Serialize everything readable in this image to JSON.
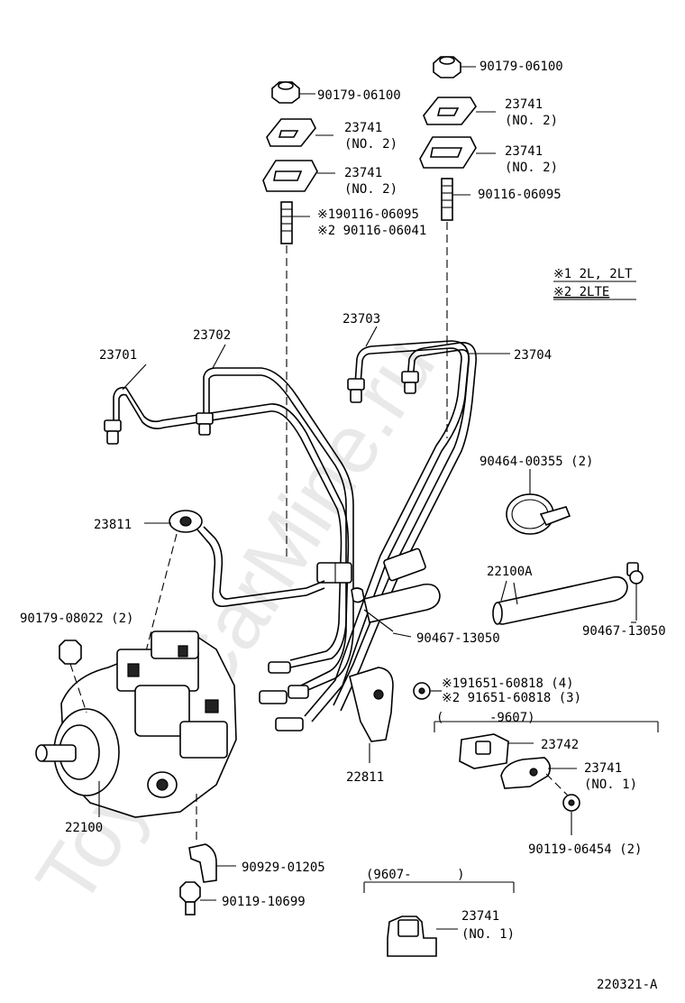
{
  "watermark": "ToyotaCarMine.ru",
  "legend": {
    "note1": "※1 2L, 2LT",
    "note2": "※2 2LTE"
  },
  "labels": {
    "nut_top_right": "90179-06100",
    "nut_top_left": "90179-06100",
    "clamp_a_num": "23741",
    "clamp_a_sub": "(NO. 2)",
    "clamp_b_num": "23741",
    "clamp_b_sub": "(NO. 2)",
    "clamp_c_num": "23741",
    "clamp_c_sub": "(NO. 2)",
    "clamp_d_num": "23741",
    "clamp_d_sub": "(NO. 2)",
    "stud_right": "90116-06095",
    "stud_left_1": "※190116-06095",
    "stud_left_2": "※2 90116-06041",
    "pipe_1": "23701",
    "pipe_2": "23702",
    "pipe_3": "23703",
    "pipe_4": "23704",
    "clip_band": "90464-00355 (2)",
    "overflow_pipe": "23811",
    "hose": "22100A",
    "hose_clip_left": "90467-13050",
    "hose_clip_right": "90467-13050",
    "pump_nut": "90179-08022 (2)",
    "washer_1": "※191651-60818 (4)",
    "washer_2": "※2 91651-60818 (3)",
    "range_early": "(      -9607)",
    "clamp_e_num": "23742",
    "clamp_f_num": "23741",
    "clamp_f_sub": "(NO. 1)",
    "bolt_small": "90119-06454 (2)",
    "bracket": "22811",
    "pump": "22100",
    "clamp_bracket": "90929-01205",
    "bolt_pump": "90119-10699",
    "range_late": "(9607-      )",
    "clamp_g_num": "23741",
    "clamp_g_sub": "(NO. 1)",
    "figure_code": "220321-A"
  }
}
